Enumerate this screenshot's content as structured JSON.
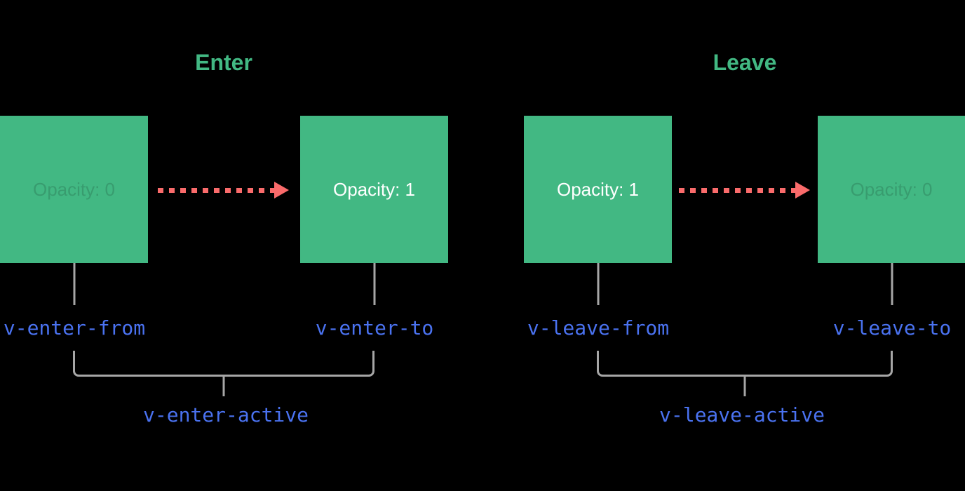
{
  "colors": {
    "background": "#000000",
    "green": "#42b883",
    "faded_text": "#389c6f",
    "white_text": "#ffffff",
    "red": "#fa6b6b",
    "gray": "#a6a6a6",
    "blue": "#4a72f0"
  },
  "sections": [
    {
      "title": "Enter",
      "from_box_text": "Opacity: 0",
      "to_box_text": "Opacity: 1",
      "from_label": "v-enter-from",
      "to_label": "v-enter-to",
      "active_label": "v-enter-active"
    },
    {
      "title": "Leave",
      "from_box_text": "Opacity: 1",
      "to_box_text": "Opacity: 0",
      "from_label": "v-leave-from",
      "to_label": "v-leave-to",
      "active_label": "v-leave-active"
    }
  ]
}
